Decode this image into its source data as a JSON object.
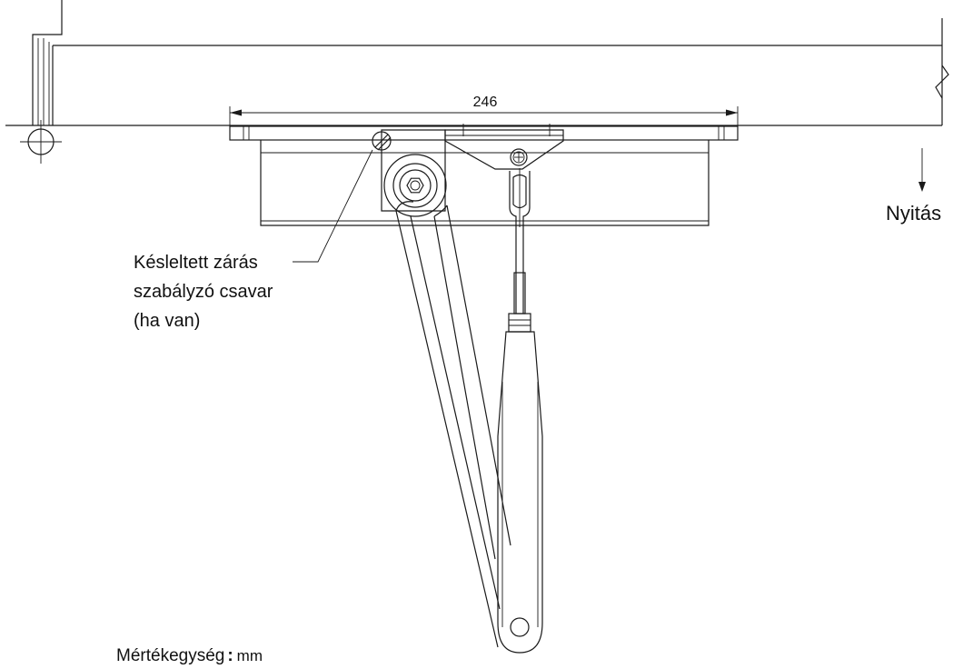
{
  "dimension": {
    "value": "246"
  },
  "labels": {
    "opening_direction": "Nyitás",
    "adjust_screw_line1": "Késleltett zárás",
    "adjust_screw_line2": "szabályzó csavar",
    "adjust_screw_line3": "(ha van)",
    "unit_label": "Mértékegység",
    "unit_separator": ":",
    "unit_value": "mm"
  },
  "colors": {
    "line": "#1a1a1a",
    "background": "#ffffff"
  }
}
